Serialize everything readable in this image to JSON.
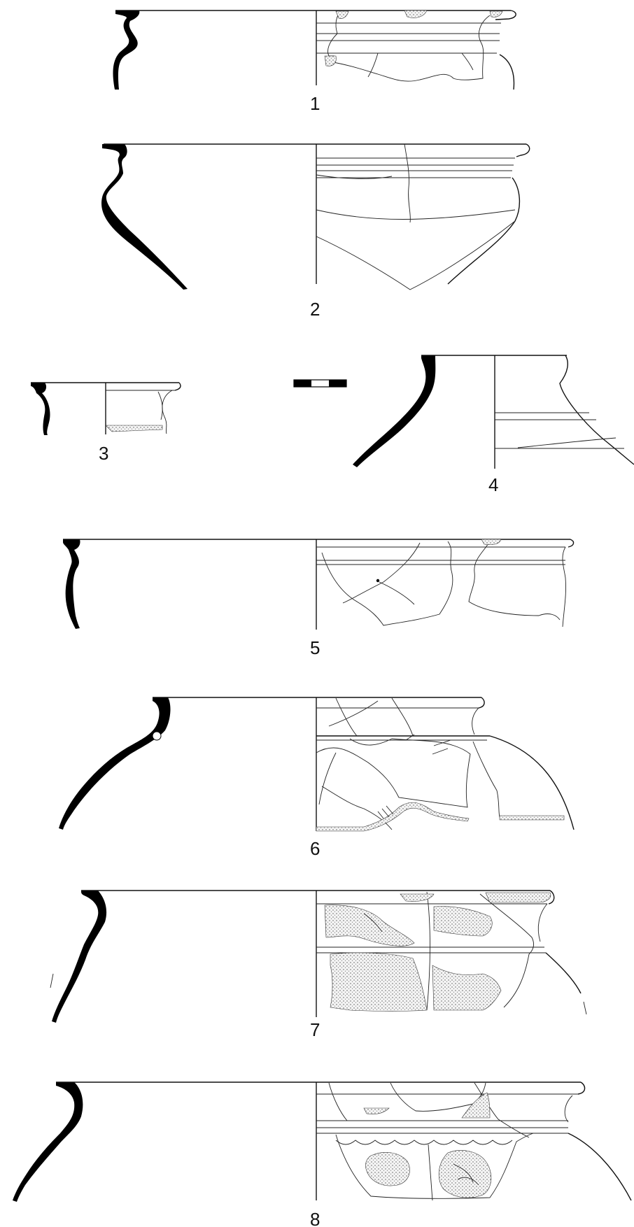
{
  "plate": {
    "vessels": [
      {
        "id": "v1",
        "label": "1"
      },
      {
        "id": "v2",
        "label": "2"
      },
      {
        "id": "v3",
        "label": "3"
      },
      {
        "id": "v4",
        "label": "4"
      },
      {
        "id": "v5",
        "label": "5"
      },
      {
        "id": "v6",
        "label": "6"
      },
      {
        "id": "v7",
        "label": "7"
      },
      {
        "id": "v8",
        "label": "8"
      }
    ],
    "colors": {
      "ink": "#000000",
      "background": "#ffffff"
    },
    "scale_bar": {
      "segments": 3
    }
  }
}
